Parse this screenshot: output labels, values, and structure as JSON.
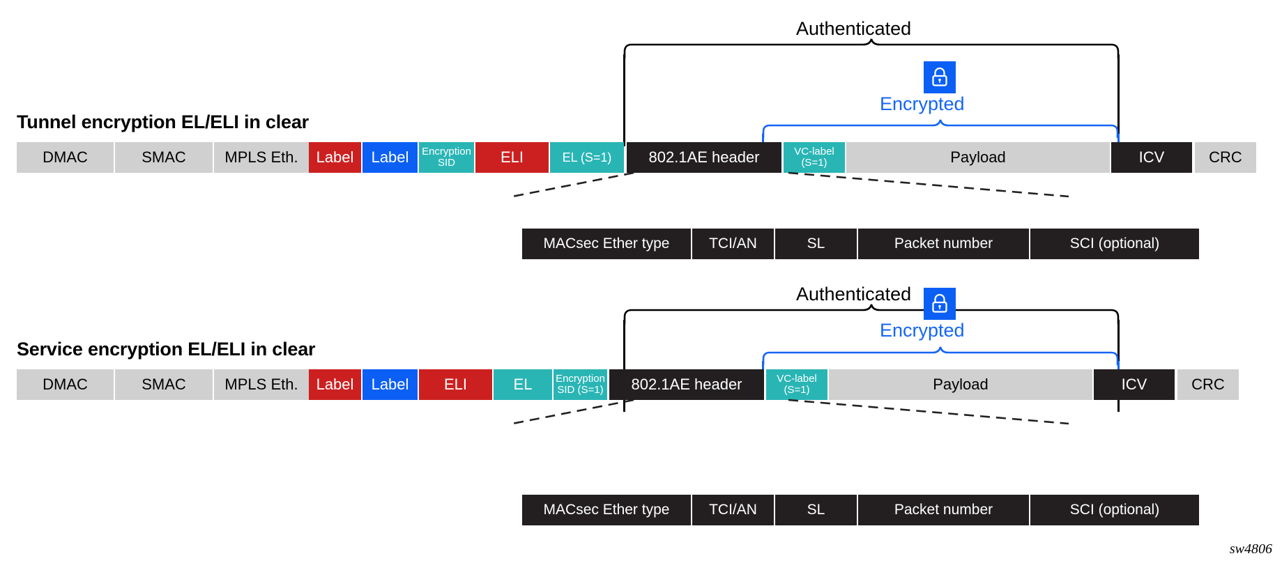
{
  "figure": {
    "credit": "sw4806",
    "accent_blue": "#0b5ff5",
    "brace_black": "#000000",
    "brace_blue": "#1565f5",
    "colors": {
      "gray": "#d0d0d0",
      "red": "#cc2020",
      "blue": "#0b5ff5",
      "teal": "#2ab5b5",
      "black": "#231f20"
    }
  },
  "annotations": {
    "authenticated": "Authenticated",
    "encrypted": "Encrypted",
    "lock_icon": "lock-icon"
  },
  "rows": [
    {
      "title": "Tunnel encryption EL/ELI in clear",
      "cells": [
        {
          "label": "DMAC",
          "color": "gray",
          "size": "fs22"
        },
        {
          "label": "SMAC",
          "color": "gray",
          "size": "fs22"
        },
        {
          "label": "MPLS Eth.",
          "color": "gray",
          "size": "fs22"
        },
        {
          "label": "Label",
          "color": "red",
          "size": "fs22"
        },
        {
          "label": "Label",
          "color": "blue",
          "size": "fs22"
        },
        {
          "label": "Encryption\nSID",
          "color": "teal",
          "size": "fs15"
        },
        {
          "label": "ELI",
          "color": "red",
          "size": "fs22"
        },
        {
          "label": "EL (S=1)",
          "color": "teal",
          "size": "fs18"
        },
        {
          "label": "802.1AE header",
          "color": "black",
          "size": "fs22"
        },
        {
          "label": "VC-label\n(S=1)",
          "color": "teal",
          "size": "fs15"
        },
        {
          "label": "Payload",
          "color": "gray",
          "size": "fs22"
        },
        {
          "label": "ICV",
          "color": "black",
          "size": "fs22"
        },
        {
          "label": "CRC",
          "color": "gray",
          "size": "fs22"
        }
      ],
      "detail": [
        {
          "label": "MACsec Ether type"
        },
        {
          "label": "TCI/AN"
        },
        {
          "label": "SL"
        },
        {
          "label": "Packet number"
        },
        {
          "label": "SCI (optional)"
        }
      ]
    },
    {
      "title": "Service encryption EL/ELI in clear",
      "cells": [
        {
          "label": "DMAC",
          "color": "gray",
          "size": "fs22"
        },
        {
          "label": "SMAC",
          "color": "gray",
          "size": "fs22"
        },
        {
          "label": "MPLS Eth.",
          "color": "gray",
          "size": "fs22"
        },
        {
          "label": "Label",
          "color": "red",
          "size": "fs22"
        },
        {
          "label": "Label",
          "color": "blue",
          "size": "fs22"
        },
        {
          "label": "ELI",
          "color": "red",
          "size": "fs22"
        },
        {
          "label": "EL",
          "color": "teal",
          "size": "fs22"
        },
        {
          "label": "Encryption\nSID (S=1)",
          "color": "teal",
          "size": "fs15"
        },
        {
          "label": "802.1AE header",
          "color": "black",
          "size": "fs22"
        },
        {
          "label": "VC-label\n(S=1)",
          "color": "teal",
          "size": "fs15"
        },
        {
          "label": "Payload",
          "color": "gray",
          "size": "fs22"
        },
        {
          "label": "ICV",
          "color": "black",
          "size": "fs22"
        },
        {
          "label": "CRC",
          "color": "gray",
          "size": "fs22"
        }
      ],
      "detail": [
        {
          "label": "MACsec Ether type"
        },
        {
          "label": "TCI/AN"
        },
        {
          "label": "SL"
        },
        {
          "label": "Packet number"
        },
        {
          "label": "SCI (optional)"
        }
      ]
    }
  ]
}
